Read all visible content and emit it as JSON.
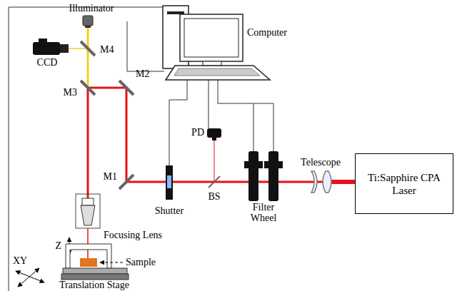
{
  "diagram": {
    "nodes": [
      {
        "text": [
          "Ti:Sapphire CPA Laser"
        ]
      }
    ],
    "labels": [
      "Computer",
      "Illuminator",
      "M4",
      "CCD",
      "M3",
      "M2",
      "PD",
      "M1",
      "Shutter",
      "BS",
      "Filter Wheel",
      "Telescope",
      "Z",
      "Focusing Lens",
      "Sample",
      "XY",
      "Translation Stage"
    ]
  }
}
